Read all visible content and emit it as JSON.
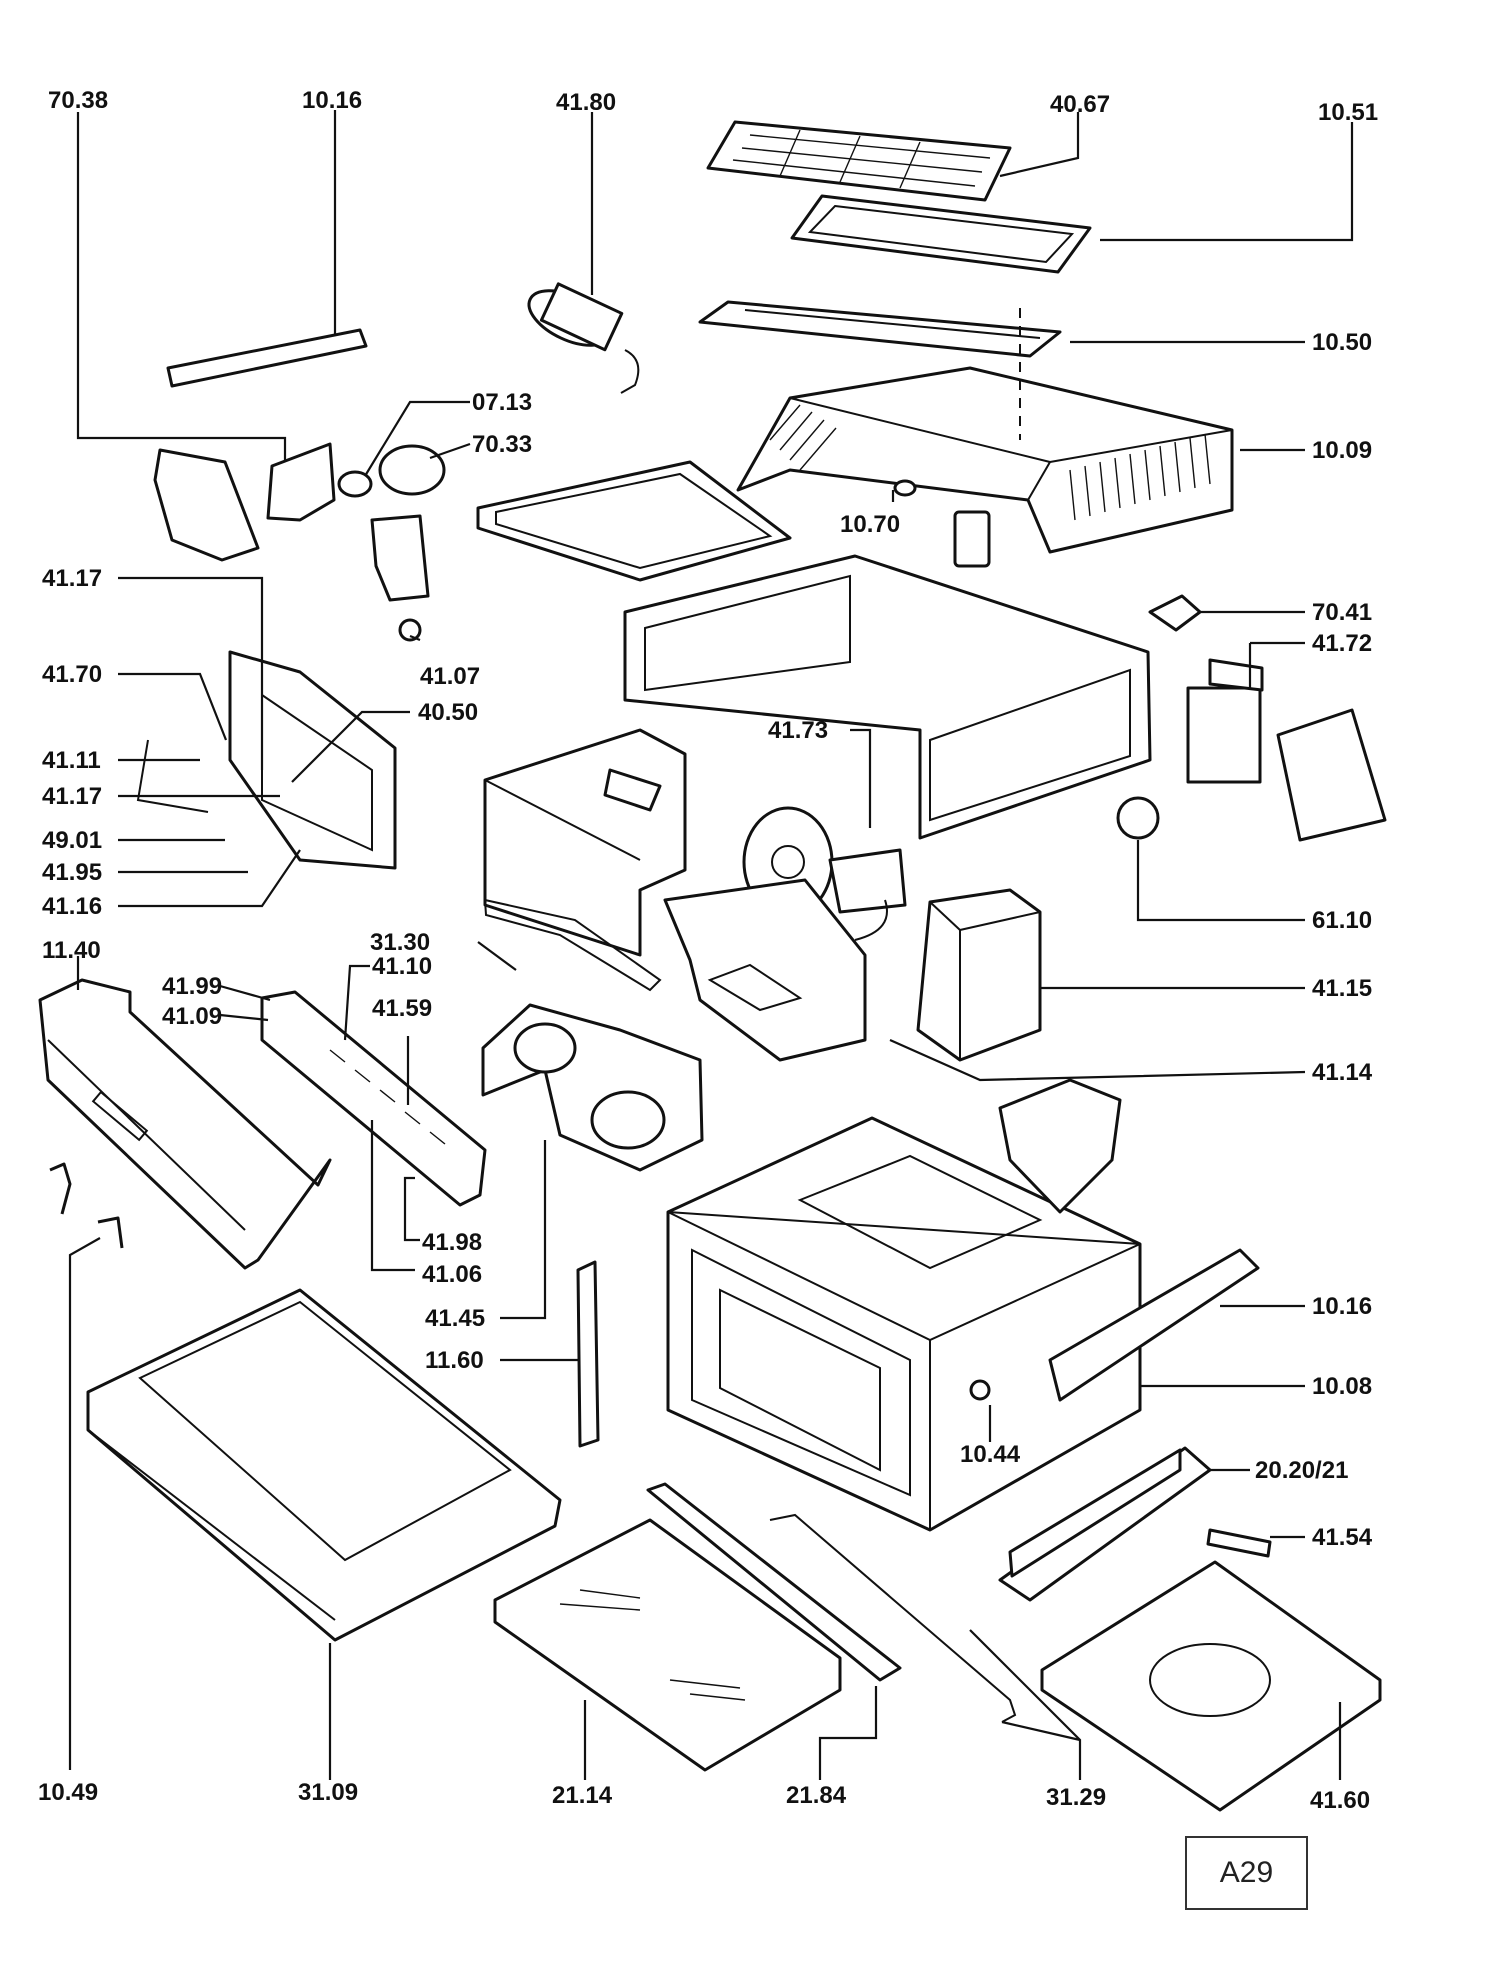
{
  "diagram": {
    "labels": {
      "p7038": "70.38",
      "p1016a": "10.16",
      "p4180": "41.80",
      "p4067": "40.67",
      "p1051": "10.51",
      "p1050": "10.50",
      "p0713": "07.13",
      "p7033": "70.33",
      "p1009": "10.09",
      "p1070": "10.70",
      "p4117a": "41.17",
      "p7041": "70.41",
      "p4107": "41.07",
      "p4172": "41.72",
      "p4170": "41.70",
      "p4050": "40.50",
      "p4173": "41.73",
      "p4111": "41.11",
      "p4117b": "41.17",
      "p4901": "49.01",
      "p4195": "41.95",
      "p4116": "41.16",
      "p6110": "61.10",
      "p1140": "11.40",
      "p3130": "31.30",
      "p4199": "41.99",
      "p4110": "41.10",
      "p4109": "41.09",
      "p4159": "41.59",
      "p4115": "41.15",
      "p4114": "41.14",
      "p4198": "41.98",
      "p4106": "41.06",
      "p1016b": "10.16",
      "p4145": "41.45",
      "p1008": "10.08",
      "p1160": "11.60",
      "p1044": "10.44",
      "p2020": "20.20/21",
      "p4154": "41.54",
      "p1049": "10.49",
      "p3109": "31.09",
      "p2114": "21.14",
      "p2184": "21.84",
      "p3129": "31.29",
      "p4160": "41.60"
    },
    "page_ref": "A29"
  }
}
